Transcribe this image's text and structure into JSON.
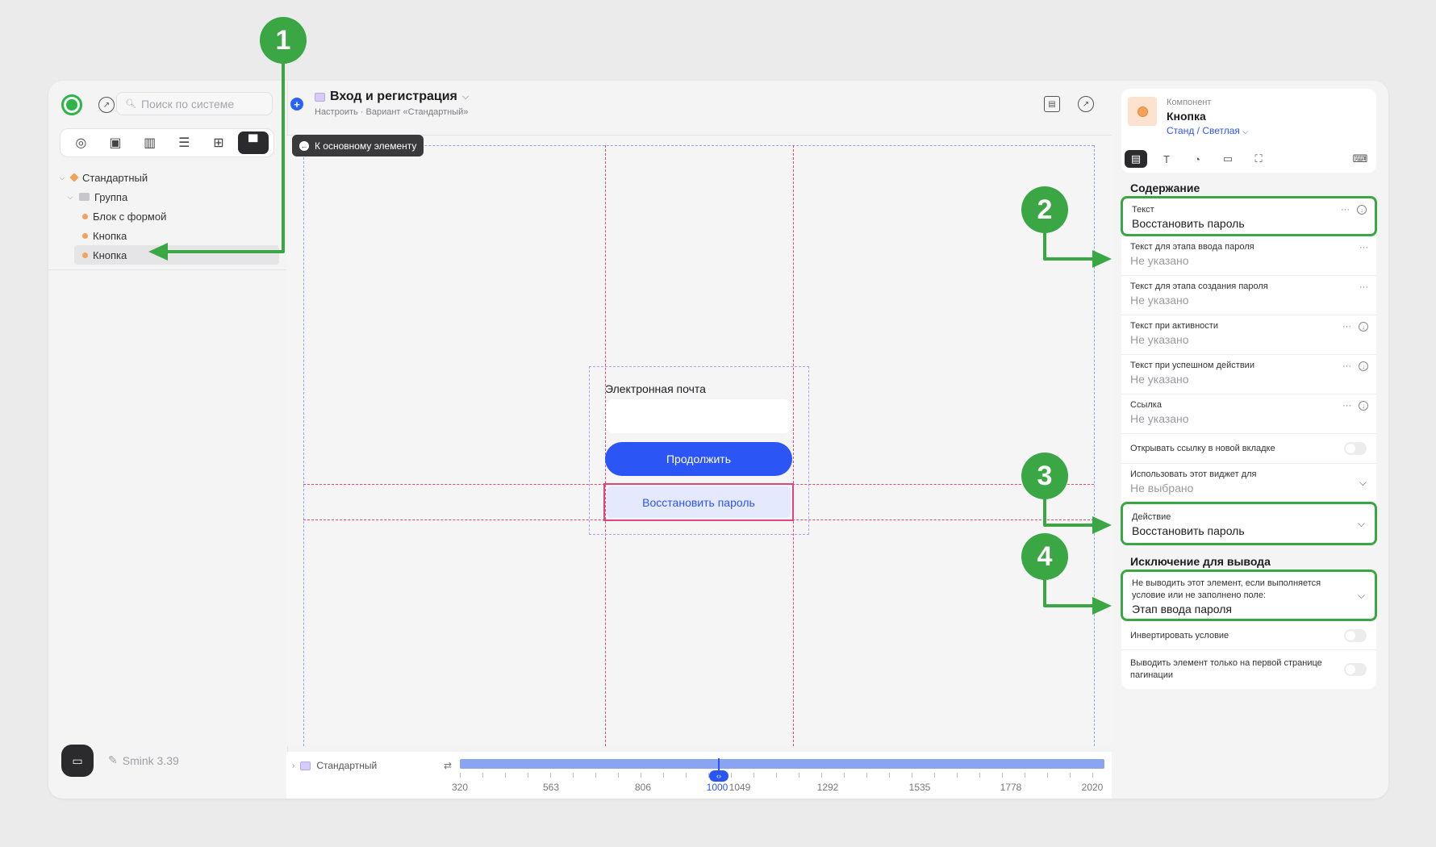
{
  "sidebar": {
    "search_placeholder": "Поиск по системе",
    "tree": [
      {
        "label": "Стандартный"
      },
      {
        "label": "Группа"
      },
      {
        "label": "Блок с формой"
      },
      {
        "label": "Кнопка"
      },
      {
        "label": "Кнопка"
      }
    ],
    "version": "Smink 3.39"
  },
  "header": {
    "title": "Вход и регистрация",
    "subtitle": "Настроить · Вариант «Стандартный»"
  },
  "canvas": {
    "back_label": "К основному элементу",
    "email_label": "Электронная почта",
    "continue_label": "Продолжить",
    "restore_label": "Восстановить пароль"
  },
  "timeline": {
    "variant_label": "Стандартный",
    "ticks": [
      "320",
      "563",
      "806",
      "1000",
      "1049",
      "1292",
      "1535",
      "1778",
      "2020"
    ],
    "current": "1000"
  },
  "panel": {
    "kicker": "Компонент",
    "name": "Кнопка",
    "variant": "Станд / Светлая",
    "section_content": "Содержание",
    "section_exclusion": "Исключение для вывода",
    "props": {
      "text_label": "Текст",
      "text_value": "Восстановить пароль",
      "text_pw_entry_label": "Текст для этапа ввода пароля",
      "text_pw_create_label": "Текст для этапа создания пароля",
      "text_active_label": "Текст при активности",
      "text_success_label": "Текст при успешном действии",
      "link_label": "Ссылка",
      "not_set": "Не указано",
      "open_new_tab": "Открывать ссылку в новой вкладке",
      "use_widget_label": "Использовать этот виджет для",
      "use_widget_value": "Не выбрано",
      "action_label": "Действие",
      "action_value": "Восстановить пароль",
      "exclude_label": "Не выводить этот элемент, если выполняется условие или не заполнено поле:",
      "exclude_value": "Этап ввода пароля",
      "invert": "Инвертировать условие",
      "first_page_only": "Выводить элемент только на первой странице пагинации"
    }
  },
  "callouts": [
    "1",
    "2",
    "3",
    "4"
  ],
  "colors": {
    "accent": "#2c55f5",
    "callout_green": "#3aa744",
    "guide_red": "#e0457b"
  }
}
